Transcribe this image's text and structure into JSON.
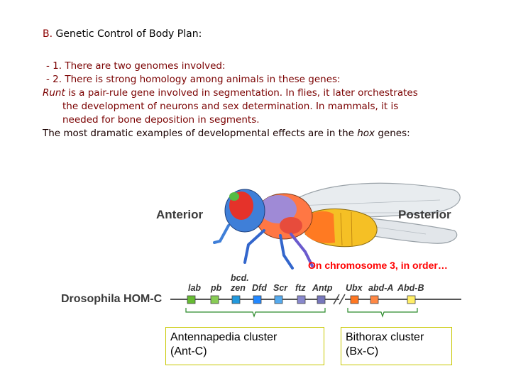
{
  "heading": {
    "letter": "B.",
    "text": "Genetic Control of Body Plan:"
  },
  "lines": [
    " - 1. There are two genomes involved:",
    " - 2.  There is strong homology among animals in these genes:"
  ],
  "runt": {
    "gene": "Runt",
    "rest1": " is a pair-rule gene involved in segmentation.  In flies, it later orchestrates",
    "line2": "the development of neurons and sex determination.  In mammals, it is",
    "line3": "needed for bone deposition in segments."
  },
  "hox": {
    "pre": "The most dramatic examples of developmental effects are in the ",
    "gene": "hox",
    "post": " genes:"
  },
  "fly": {
    "anterior": "Anterior",
    "posterior": "Posterior"
  },
  "chromosome_note": "On chromosome 3, in order…",
  "complex_label": "Drosophila HOM-C",
  "genes": {
    "bcd": "bcd.",
    "lab": "lab",
    "pb": "pb",
    "zen": "zen",
    "dfd": "Dfd",
    "scr": "Scr",
    "ftz": "ftz",
    "antp": "Antp",
    "ubx": "Ubx",
    "abda": "abd-A",
    "abdb": "Abd-B"
  },
  "colors": {
    "lab": "#66bb33",
    "pb": "#88cc55",
    "zen": "#2299dd",
    "dfd": "#2288ff",
    "scr": "#55aaee",
    "ftz": "#8888cc",
    "antp": "#7777bb",
    "ubx": "#ff7722",
    "abda": "#ff8844",
    "abdb": "#ffee66",
    "box_border": "#c8c800",
    "chromosome_note": "#ff0000",
    "title_accent": "#8b0000",
    "body_text": "#7a0000"
  },
  "clusters": {
    "antennapedia": {
      "line1": "Antennapedia cluster",
      "line2": "(Ant-C)"
    },
    "bithorax": {
      "line1": "Bithorax cluster",
      "line2": "(Bx-C)"
    }
  }
}
